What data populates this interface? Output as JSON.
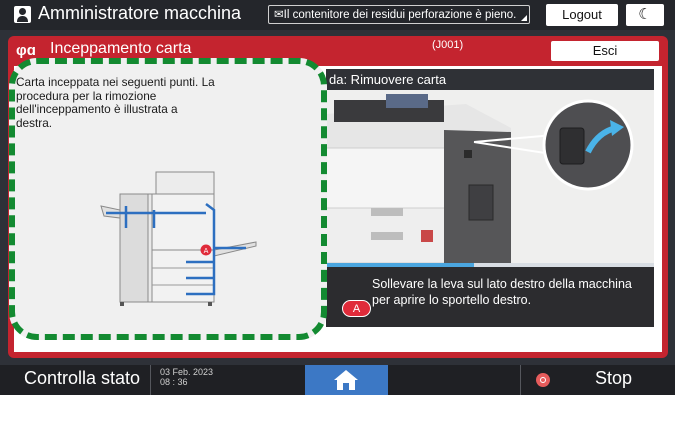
{
  "header": {
    "title": "Amministratore macchina",
    "notice": "✉Il contenitore dei residui perforazione è pieno.",
    "logout_label": "Logout",
    "night_label": "☾"
  },
  "dialog": {
    "title": "Inceppamento carta",
    "code": "(J001)",
    "exit_label": "Esci",
    "left_text": "Carta inceppata nei seguenti punti. La procedura per la rimozione dell'inceppamento è illustrata a destra.",
    "right_header": "da: Rimuovere carta",
    "step_badge": "A",
    "diagram_badge": "A",
    "step_text": "Sollevare la leva sul lato destro della macchina per aprire lo sportello destro.",
    "progress_fraction": 0.45
  },
  "footer": {
    "status_label": "Controlla stato",
    "date": "03 Feb. 2023",
    "time": "08 : 36",
    "stop_label": "Stop"
  },
  "colors": {
    "panel_red": "#c4242f",
    "highlight_green": "#138a31",
    "home_blue": "#3c78c5",
    "path_blue": "#2d6fc0"
  }
}
